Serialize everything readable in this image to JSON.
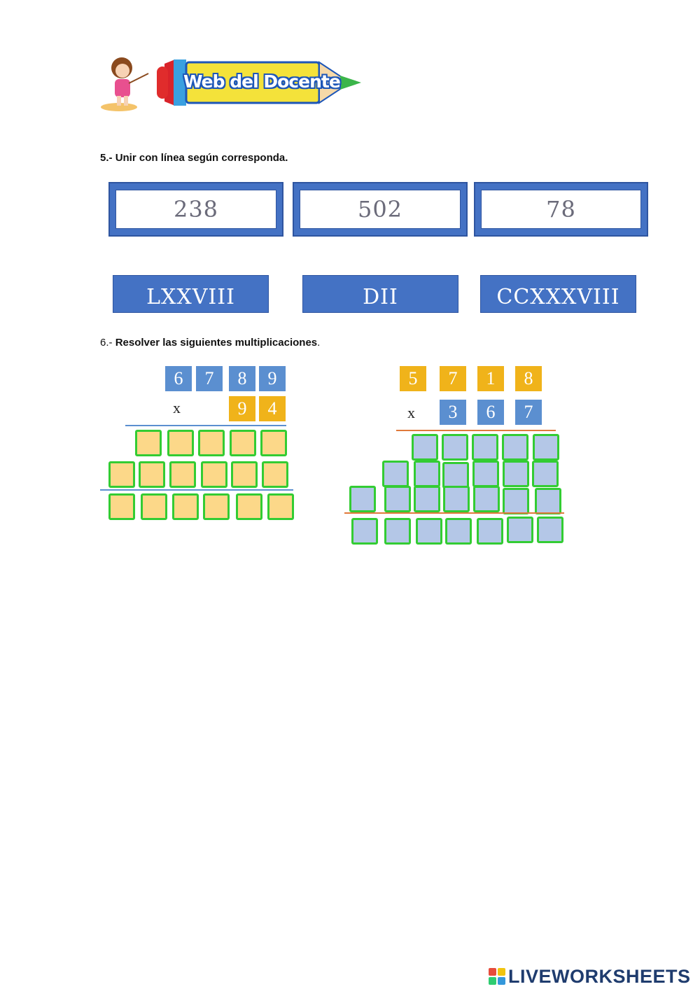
{
  "logo": {
    "text": "Web del Docente"
  },
  "section5": {
    "number_label": "5.-",
    "instruction": "Unir con línea según corresponda.",
    "numbers": [
      "238",
      "502",
      "78"
    ],
    "romans": [
      "LXXVIII",
      "DII",
      "CCXXXVIII"
    ]
  },
  "section6": {
    "number_label": "6.-",
    "instruction": "Resolver las siguientes multiplicaciones",
    "punct": ".",
    "left": {
      "multiplicand": [
        "6",
        "7",
        "8",
        "9"
      ],
      "multiplier": [
        "9",
        "4"
      ],
      "sign": "x",
      "colors": {
        "multiplicand": "#5b8fd0",
        "multiplier": "#f0b31a",
        "answer": "#fcd889"
      }
    },
    "right": {
      "multiplicand": [
        "5",
        "7",
        "1",
        "8"
      ],
      "multiplier": [
        "3",
        "6",
        "7"
      ],
      "sign": "x",
      "colors": {
        "multiplicand": "#f0b31a",
        "multiplier": "#5b8fd0",
        "answer": "#b4c7e7"
      }
    }
  },
  "footer": {
    "brand": "LIVEWORKSHEETS"
  }
}
